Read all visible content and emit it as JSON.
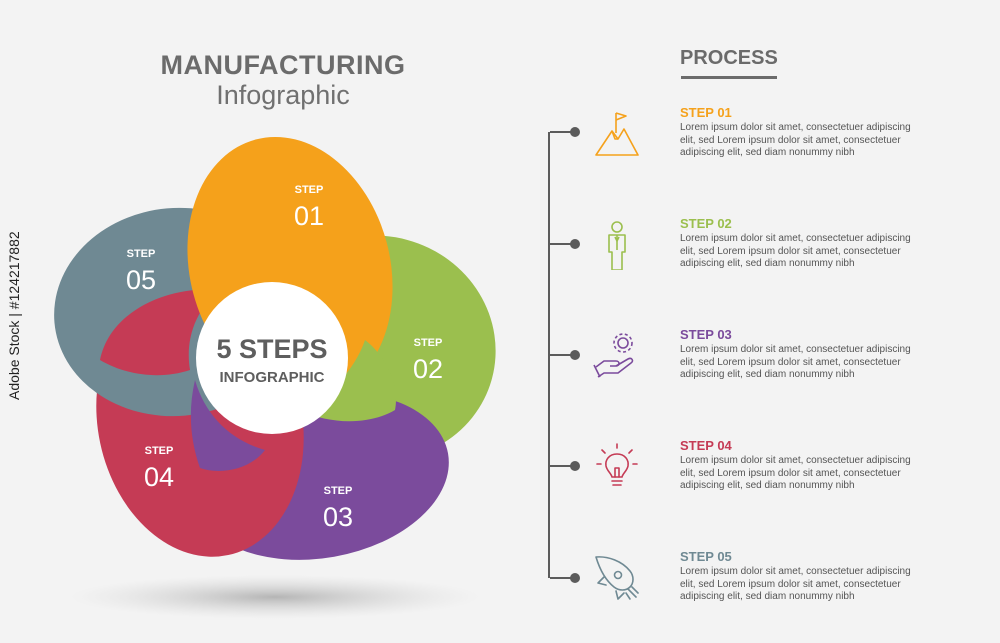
{
  "title": {
    "main": "MANUFACTURING",
    "sub": "Infographic"
  },
  "center": {
    "line1": "5 STEPS",
    "line2": "INFOGRAPHIC"
  },
  "petals": [
    {
      "label": "STEP",
      "num": "01",
      "color": "#f5a11b"
    },
    {
      "label": "STEP",
      "num": "02",
      "color": "#9bbf4e"
    },
    {
      "label": "STEP",
      "num": "03",
      "color": "#7b4b9c"
    },
    {
      "label": "STEP",
      "num": "04",
      "color": "#c53b55"
    },
    {
      "label": "STEP",
      "num": "05",
      "color": "#6f8993"
    }
  ],
  "process": {
    "title": "PROCESS",
    "steps": [
      {
        "head": "STEP 01",
        "color": "#f5a11b",
        "icon": "mountain-flag-icon",
        "text": "Lorem ipsum dolor sit amet, consectetuer adipiscing elit, sed Lorem ipsum dolor sit amet, consectetuer adipiscing elit, sed diam nonummy nibh"
      },
      {
        "head": "STEP 02",
        "color": "#9bbf4e",
        "icon": "businessman-icon",
        "text": "Lorem ipsum dolor sit amet, consectetuer adipiscing elit, sed Lorem ipsum dolor sit amet, consectetuer adipiscing elit, sed diam nonummy nibh"
      },
      {
        "head": "STEP 03",
        "color": "#7b4b9c",
        "icon": "hand-gear-icon",
        "text": "Lorem ipsum dolor sit amet, consectetuer adipiscing elit, sed Lorem ipsum dolor sit amet, consectetuer adipiscing elit, sed diam nonummy nibh"
      },
      {
        "head": "STEP 04",
        "color": "#c53b55",
        "icon": "lightbulb-icon",
        "text": "Lorem ipsum dolor sit amet, consectetuer adipiscing elit, sed Lorem ipsum dolor sit amet, consectetuer adipiscing elit, sed diam nonummy nibh"
      },
      {
        "head": "STEP 05",
        "color": "#6f8993",
        "icon": "rocket-icon",
        "text": "Lorem ipsum dolor sit amet, consectetuer adipiscing elit, sed Lorem ipsum dolor sit amet, consectetuer adipiscing elit, sed diam nonummy nibh"
      }
    ]
  },
  "watermark": "Adobe Stock | #124217882"
}
